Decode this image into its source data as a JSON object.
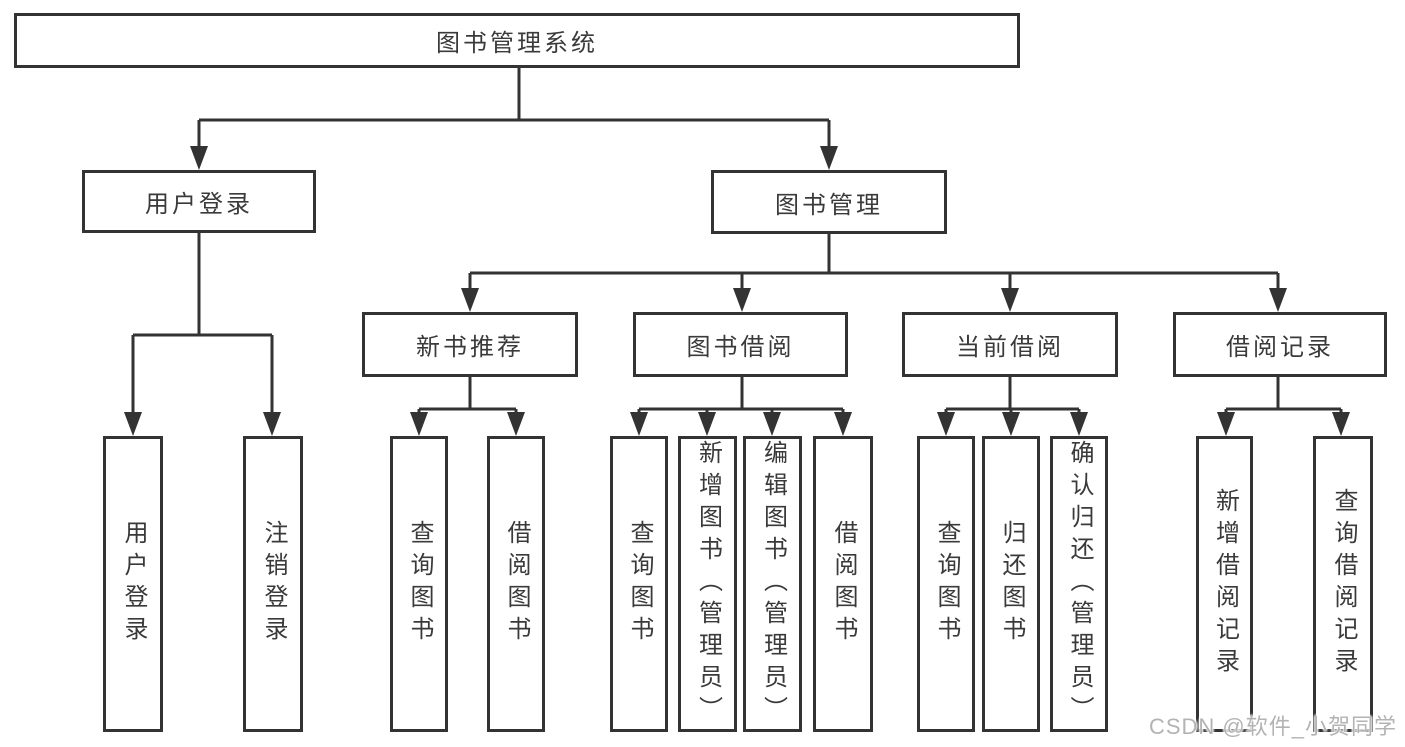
{
  "diagram": {
    "root": {
      "label": "图书管理系统"
    },
    "user_login": {
      "label": "用户登录",
      "children": [
        {
          "label": "用户登录"
        },
        {
          "label": "注销登录"
        }
      ]
    },
    "book_mgmt": {
      "label": "图书管理",
      "children": [
        {
          "label": "新书推荐",
          "children": [
            {
              "label": "查询图书"
            },
            {
              "label": "借阅图书"
            }
          ]
        },
        {
          "label": "图书借阅",
          "children": [
            {
              "label": "查询图书"
            },
            {
              "label": "新增图书（管理员）"
            },
            {
              "label": "编辑图书（管理员）"
            },
            {
              "label": "借阅图书"
            }
          ]
        },
        {
          "label": "当前借阅",
          "children": [
            {
              "label": "查询图书"
            },
            {
              "label": "归还图书"
            },
            {
              "label": "确认归还（管理员）"
            }
          ]
        },
        {
          "label": "借阅记录",
          "children": [
            {
              "label": "新增借阅记录"
            },
            {
              "label": "查询借阅记录"
            }
          ]
        }
      ]
    },
    "watermark": "CSDN @软件_小贺同学",
    "colors": {
      "line": "#333333",
      "text": "#3a3a3a",
      "watermark": "#b3b3b3",
      "background": "#ffffff"
    }
  }
}
